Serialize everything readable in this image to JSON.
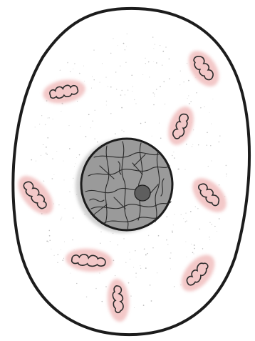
{
  "diagram": {
    "subject": "cell",
    "parts": [
      {
        "id": "cell-membrane",
        "kind": "outline"
      },
      {
        "id": "cytoplasm",
        "kind": "stippled-region"
      },
      {
        "id": "nucleus",
        "kind": "circle-with-network"
      },
      {
        "id": "nucleolus",
        "kind": "dot"
      },
      {
        "id": "mitochondria",
        "kind": "highlighted-organelles",
        "count": 8
      }
    ],
    "colors": {
      "outline": "#1c1c1c",
      "cytoplasm": "#ffffff",
      "nucleus_fill": "#9a9a9a",
      "nucleus_shadow": "#c4c4c4",
      "network": "#2a2a2a",
      "nucleolus": "#5e5e5e",
      "organelle_glow": "#f3c8c8",
      "organelle_outline": "#2a2a2a"
    }
  }
}
